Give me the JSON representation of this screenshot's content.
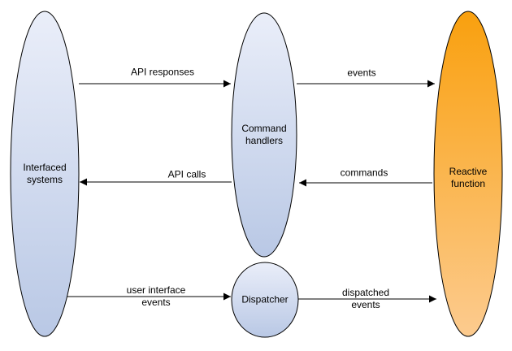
{
  "diagram": {
    "background": "#ffffff",
    "stroke_color": "#000000",
    "text_color": "#000000",
    "nodes": {
      "interfaced": {
        "label": "Interfaced\nsystems",
        "shape": "ellipse",
        "fill_top": "#eaeef9",
        "fill_bottom": "#b9c8e5"
      },
      "command_handlers": {
        "label": "Command\nhandlers",
        "shape": "ellipse",
        "fill_top": "#eaeef9",
        "fill_bottom": "#b9c8e5"
      },
      "dispatcher": {
        "label": "Dispatcher",
        "shape": "ellipse",
        "fill_top": "#eaeef9",
        "fill_bottom": "#c5d2ea"
      },
      "reactive": {
        "label": "Reactive\nfunction",
        "shape": "ellipse",
        "fill_top": "#f9a00e",
        "fill_bottom": "#fccb8f"
      }
    },
    "edges": [
      {
        "id": "api-responses",
        "label": "API responses",
        "from": "interfaced",
        "to": "command_handlers",
        "direction": "right"
      },
      {
        "id": "events",
        "label": "events",
        "from": "command_handlers",
        "to": "reactive",
        "direction": "right"
      },
      {
        "id": "api-calls",
        "label": "API calls",
        "from": "command_handlers",
        "to": "interfaced",
        "direction": "left"
      },
      {
        "id": "commands",
        "label": "commands",
        "from": "reactive",
        "to": "command_handlers",
        "direction": "left"
      },
      {
        "id": "user-interface-events",
        "label": "user interface\nevents",
        "from": "interfaced",
        "to": "dispatcher",
        "direction": "right"
      },
      {
        "id": "dispatched-events",
        "label": "dispatched\nevents",
        "from": "dispatcher",
        "to": "reactive",
        "direction": "right"
      }
    ]
  }
}
